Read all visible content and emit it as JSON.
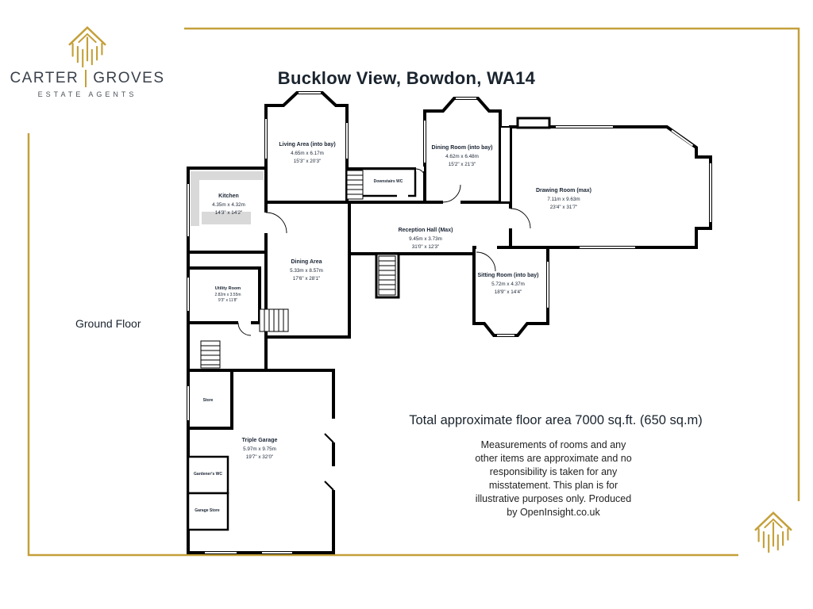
{
  "brand": {
    "word1": "CARTER",
    "word2": "GROVES",
    "subtitle": "ESTATE AGENTS"
  },
  "title": "Bucklow View, Bowdon, WA14",
  "floor_label": "Ground Floor",
  "summary": {
    "total_area": "Total approximate floor area 7000 sq.ft. (650 sq.m)",
    "disclaimer": "Measurements of rooms and any\nother items are approximate and no\nresponsibility is taken for any\nmisstatement. This plan is for\nillustrative purposes only. Produced\nby OpenInsight.co.uk"
  },
  "colors": {
    "gold": "#C4A03A",
    "ink": "#1A2433",
    "wall": "#000000",
    "counter": "#D9D9D9"
  },
  "icons": {
    "brand": "house-lines-icon",
    "corner": "house-lines-icon"
  },
  "rooms": [
    {
      "name": "Living Area (into bay)",
      "metric": "4.65m x 6.17m",
      "imperial": "15'3\" x 20'3\""
    },
    {
      "name": "Dining Room (into bay)",
      "metric": "4.62m x 6.48m",
      "imperial": "15'2\" x 21'3\""
    },
    {
      "name": "Drawing Room (max)",
      "metric": "7.11m x 9.63m",
      "imperial": "23'4\" x 31'7\""
    },
    {
      "name": "Kitchen",
      "metric": "4.35m x 4.32m",
      "imperial": "14'3\" x 14'2\""
    },
    {
      "name": "Downstairs WC"
    },
    {
      "name": "Reception Hall (Max)",
      "metric": "9.45m x 3.73m",
      "imperial": "31'0\" x 12'3\""
    },
    {
      "name": "Dining Area",
      "metric": "5.33m x 8.57m",
      "imperial": "17'6\" x 28'1\""
    },
    {
      "name": "Utility Room",
      "metric": "2.82m x 3.55m",
      "imperial": "9'3\" x 11'8\""
    },
    {
      "name": "Sitting Room (into bay)",
      "metric": "5.72m x 4.37m",
      "imperial": "18'9\" x 14'4\""
    },
    {
      "name": "Store"
    },
    {
      "name": "Triple Garage",
      "metric": "5.97m x 9.75m",
      "imperial": "19'7\" x 32'0\""
    },
    {
      "name": "Gardener's WC"
    },
    {
      "name": "Garage Store"
    }
  ]
}
